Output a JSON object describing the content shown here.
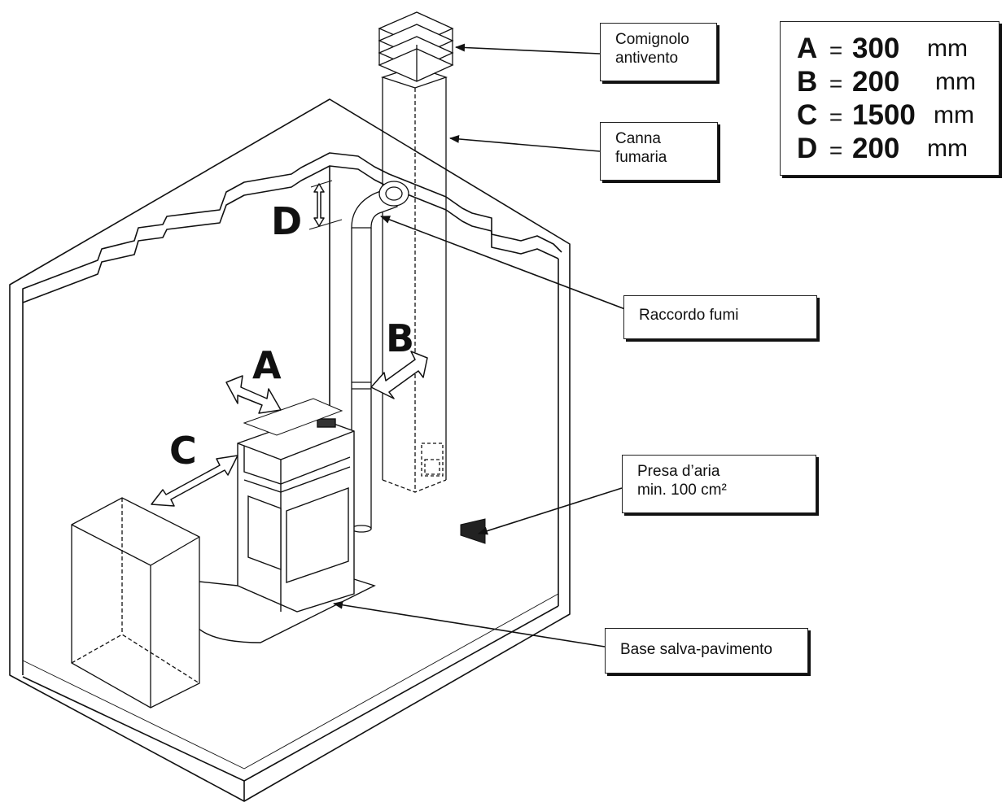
{
  "dimension_letters": {
    "A": "A",
    "B": "B",
    "C": "C",
    "D": "D"
  },
  "callouts": [
    {
      "id": "comignolo",
      "lines": [
        "Comignolo",
        "antivento"
      ]
    },
    {
      "id": "canna",
      "lines": [
        "Canna",
        "fumaria"
      ]
    },
    {
      "id": "raccordo",
      "lines": [
        "Raccordo fumi"
      ]
    },
    {
      "id": "presa",
      "lines": [
        "Presa d’aria",
        "min. 100 cm²"
      ]
    },
    {
      "id": "base",
      "lines": [
        "Base salva-pavimento"
      ]
    }
  ],
  "legend": {
    "rows": [
      {
        "letter": "A",
        "eq": "=",
        "value": "300",
        "unit": "mm"
      },
      {
        "letter": "B",
        "eq": "=",
        "value": "200",
        "unit": "mm"
      },
      {
        "letter": "C",
        "eq": "=",
        "value": "1500",
        "unit": "mm"
      },
      {
        "letter": "D",
        "eq": "=",
        "value": "200",
        "unit": "mm"
      }
    ]
  }
}
